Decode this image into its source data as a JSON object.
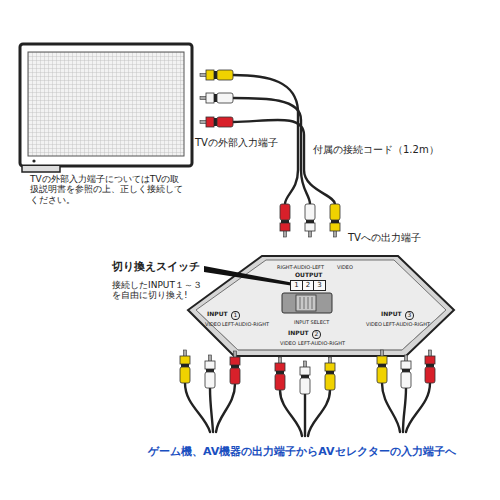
{
  "diagram": {
    "caption": "ゲーム機、AV機器の出力端子からAVセレクターの入力端子へ",
    "nodes": [
      {
        "text": [
          "RIGHT-AUDIO-LEFT",
          "VIDEO",
          "OUTPUT",
          "INPUT SELECT",
          "INPUT",
          "1",
          "VIDEO",
          "LEFT-AUDIO-RIGHT",
          "INPUT",
          "2",
          "VIDEO",
          "LEFT-AUDIO-RIGHT",
          "INPUT",
          "3",
          "VIDEO",
          "LEFT-AUDIO-RIGHT"
        ]
      },
      {
        "text": [
          "1",
          "2",
          "3"
        ],
        "in": 0
      }
    ],
    "labels": [
      "TVの外部入力端子",
      "付属の接続コード（1.2m）",
      "TVの外部入力端子についてはTVの取扱説明書を参照の上、正しく接続してください。",
      "TVへの出力端子",
      "切り換えスイッチ",
      "接続したINPUT１～３を自由に切り換え!"
    ]
  }
}
